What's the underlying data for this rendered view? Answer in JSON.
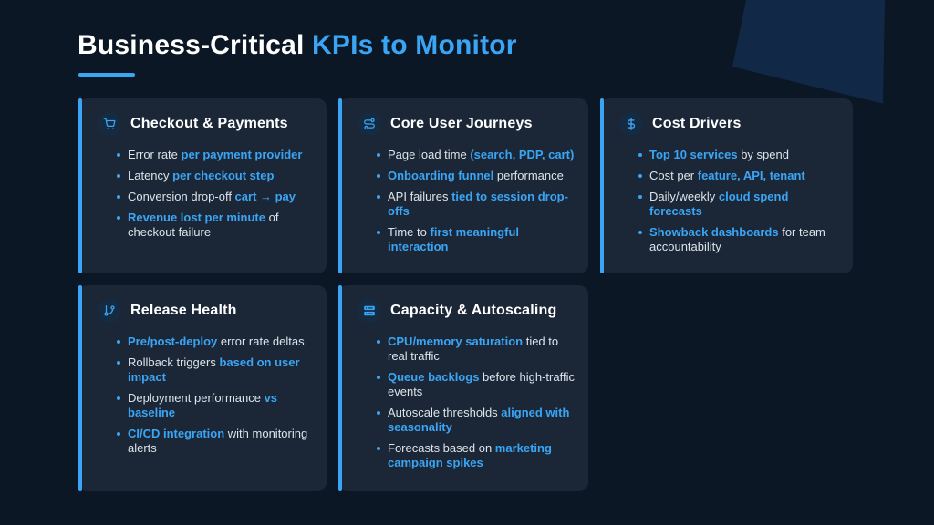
{
  "page": {
    "title_white": "Business-Critical ",
    "title_accent": "KPIs to Monitor"
  },
  "colors": {
    "background": "#0C1725",
    "card_background": "#1B2737",
    "icon_badge_background": "#152B42",
    "accent_blue": "#3AA5F4",
    "body_text": "#DCE3EA",
    "title_text": "#FFFFFF",
    "corner_shape": "#112947"
  },
  "cards": [
    {
      "id": "checkout-payments",
      "icon": "shopping-cart-icon",
      "title": "Checkout & Payments",
      "bullets": [
        [
          {
            "t": "Error rate ",
            "hl": false
          },
          {
            "t": "per payment provider",
            "hl": true
          }
        ],
        [
          {
            "t": "Latency ",
            "hl": false
          },
          {
            "t": "per checkout step",
            "hl": true
          }
        ],
        [
          {
            "t": "Conversion drop-off ",
            "hl": false
          },
          {
            "t": "cart → pay",
            "hl": true
          }
        ],
        [
          {
            "t": "Revenue lost per minute",
            "hl": true
          },
          {
            "t": " of checkout failure",
            "hl": false
          }
        ]
      ]
    },
    {
      "id": "core-user-journeys",
      "icon": "route-icon",
      "title": "Core User Journeys",
      "bullets": [
        [
          {
            "t": "Page load time ",
            "hl": false
          },
          {
            "t": "(search, PDP, cart)",
            "hl": true
          }
        ],
        [
          {
            "t": "Onboarding funnel",
            "hl": true
          },
          {
            "t": " performance",
            "hl": false
          }
        ],
        [
          {
            "t": "API failures ",
            "hl": false
          },
          {
            "t": "tied to session drop-offs",
            "hl": true
          }
        ],
        [
          {
            "t": "Time to ",
            "hl": false
          },
          {
            "t": "first meaningful interaction",
            "hl": true
          }
        ]
      ]
    },
    {
      "id": "cost-drivers",
      "icon": "dollar-sign-icon",
      "title": "Cost Drivers",
      "bullets": [
        [
          {
            "t": "Top 10 services",
            "hl": true
          },
          {
            "t": " by spend",
            "hl": false
          }
        ],
        [
          {
            "t": "Cost per ",
            "hl": false
          },
          {
            "t": "feature, API, tenant",
            "hl": true
          }
        ],
        [
          {
            "t": "Daily/weekly ",
            "hl": false
          },
          {
            "t": "cloud spend forecasts",
            "hl": true
          }
        ],
        [
          {
            "t": "Showback dashboards",
            "hl": true
          },
          {
            "t": " for team accountability",
            "hl": false
          }
        ]
      ]
    },
    {
      "id": "release-health",
      "icon": "git-branch-icon",
      "title": "Release Health",
      "bullets": [
        [
          {
            "t": "Pre/post-deploy",
            "hl": true
          },
          {
            "t": " error rate deltas",
            "hl": false
          }
        ],
        [
          {
            "t": "Rollback triggers ",
            "hl": false
          },
          {
            "t": "based on user impact",
            "hl": true
          }
        ],
        [
          {
            "t": "Deployment performance ",
            "hl": false
          },
          {
            "t": "vs baseline",
            "hl": true
          }
        ],
        [
          {
            "t": "CI/CD integration",
            "hl": true
          },
          {
            "t": " with monitoring alerts",
            "hl": false
          }
        ]
      ]
    },
    {
      "id": "capacity-autoscaling",
      "icon": "server-icon",
      "title": "Capacity & Autoscaling",
      "bullets": [
        [
          {
            "t": "CPU/memory saturation",
            "hl": true
          },
          {
            "t": " tied to real traffic",
            "hl": false
          }
        ],
        [
          {
            "t": "Queue backlogs",
            "hl": true
          },
          {
            "t": " before high-traffic events",
            "hl": false
          }
        ],
        [
          {
            "t": "Autoscale thresholds ",
            "hl": false
          },
          {
            "t": "aligned with seasonality",
            "hl": true
          }
        ],
        [
          {
            "t": "Forecasts based on ",
            "hl": false
          },
          {
            "t": "marketing campaign spikes",
            "hl": true
          }
        ]
      ]
    }
  ]
}
